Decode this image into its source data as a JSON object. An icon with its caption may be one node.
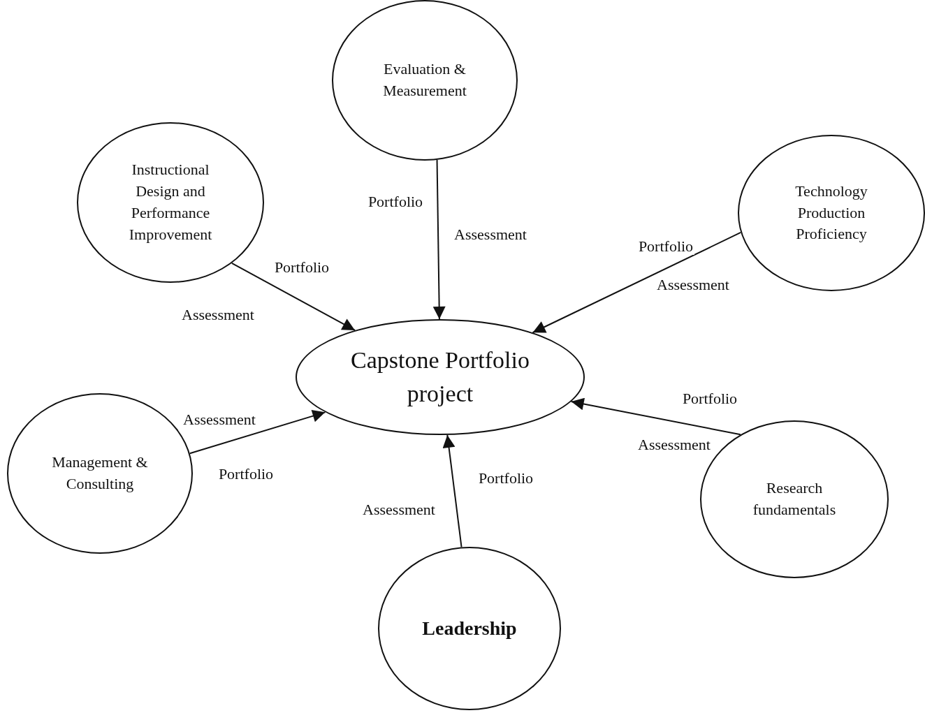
{
  "diagram": {
    "nodes": [
      {
        "text": [
          "Evaluation & Measurement"
        ]
      },
      {
        "text": [
          "Instructional Design and Performance Improvement"
        ]
      },
      {
        "text": [
          "Technology Production Proficiency"
        ]
      },
      {
        "text": [
          "Capstone Portfolio project"
        ]
      },
      {
        "text": [
          "Management & Consulting"
        ]
      },
      {
        "text": [
          "Research fundamentals"
        ]
      },
      {
        "text": [
          "Leadership"
        ]
      }
    ],
    "edges": [
      {
        "from": 0,
        "to": 3,
        "arrow": "to",
        "label": "Portfolio"
      },
      {
        "from": 1,
        "to": 3,
        "arrow": "to",
        "label": "Portfolio"
      },
      {
        "from": 2,
        "to": 3,
        "arrow": "to",
        "label": "Portfolio"
      },
      {
        "from": 4,
        "to": 3,
        "arrow": "to",
        "label": "Portfolio"
      },
      {
        "from": 5,
        "to": 3,
        "arrow": "to",
        "label": "Portfolio"
      },
      {
        "from": 6,
        "to": 3,
        "arrow": "to",
        "label": "Portfolio"
      }
    ],
    "labels": [
      "Assessment",
      "Assessment",
      "Assessment",
      "Assessment",
      "Assessment",
      "Assessment"
    ]
  }
}
